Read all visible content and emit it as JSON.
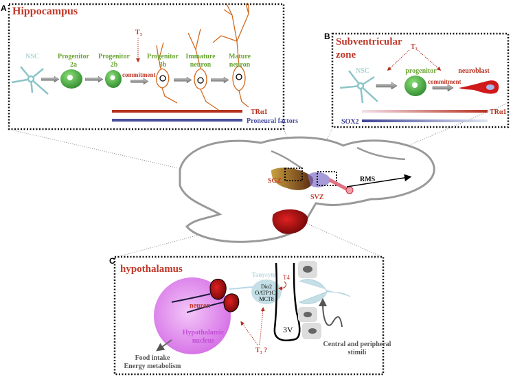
{
  "panel_a": {
    "letter": "A",
    "title": "Hippocampus",
    "cells": {
      "nsc": "NSC",
      "prog2a_1": "Progenitor",
      "prog2a_2": "2a",
      "prog2b_1": "Progenitor",
      "prog2b_2": "2b",
      "prog3b_1": "Progenitor",
      "prog3b_2": "3b",
      "immature_1": "Immature",
      "immature_2": "neuron",
      "mature_1": "Mature",
      "mature_2": "neuron"
    },
    "t3": "T",
    "t3_sub": "3",
    "commitment": "commitment",
    "bar_tr": "TRα1",
    "bar_proneural": "Proneural factors"
  },
  "panel_b": {
    "letter": "B",
    "title_1": "Subventricular",
    "title_2": "zone",
    "t3": "T",
    "t3_sub": "3",
    "nsc": "NSC",
    "progenitor": "progenitor",
    "neuroblast": "neuroblast",
    "commitment": "commitment",
    "bar_tr": "TRα1",
    "bar_sox2": "SOX2"
  },
  "brain": {
    "sgz": "SGZ",
    "svz": "SVZ",
    "rms": "RMS"
  },
  "panel_c": {
    "letter": "C",
    "title": "hypothalamus",
    "neuron": "neuron",
    "nucleus_1": "Hypothalamic",
    "nucleus_2": "nucleus",
    "tanycyte": "Tanycyte",
    "dio2": "Dio2",
    "oatp": "OATP1C1",
    "mct8": "MCT8",
    "t4": "T4",
    "v3": "3V",
    "t3q": "T",
    "t3q_sub": "3",
    "t3q_mark": " ?",
    "food": "Food intake",
    "energy": "Energy metabolism",
    "stimuli_1": "Central and peripheral",
    "stimuli_2": "stimili"
  },
  "colors": {
    "title_red": "#c0392b",
    "green": "#6aa532",
    "nsc_teal": "#8cc4c8",
    "tr_red": "#b5321f",
    "proneural_blue": "#4a4fa0",
    "purple": "#c24fd6"
  }
}
